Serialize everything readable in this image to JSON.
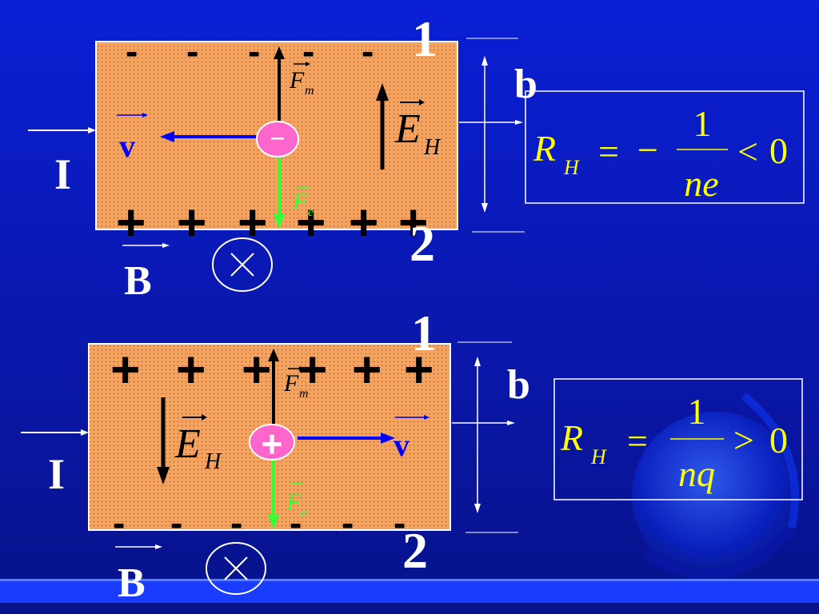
{
  "colors": {
    "background": "#0a1fd6",
    "slab": "#f4a460",
    "formula_text": "#ffff00",
    "electric_force": "#33ff33",
    "velocity": "#0000ff",
    "carrier": "#ff66cc"
  },
  "top_panel": {
    "label_top": "1",
    "label_bottom": "2",
    "label_width": "b",
    "label_current": "I",
    "label_field": "B",
    "label_velocity": "v",
    "label_fm": "F",
    "label_fm_sub": "m",
    "label_fe": "F",
    "label_fe_sub": "e",
    "label_eh": "E",
    "label_eh_sub": "H",
    "top_charges": "-",
    "bottom_charges": "+",
    "carrier_sign": "−",
    "formula": {
      "lhs": "R",
      "lhs_sub": "H",
      "equals": "=",
      "sign": "−",
      "numerator": "1",
      "denominator": "ne",
      "relation": "<",
      "rhs": "0"
    }
  },
  "bottom_panel": {
    "label_top": "1",
    "label_bottom": "2",
    "label_width": "b",
    "label_current": "I",
    "label_field": "B",
    "label_velocity": "v",
    "label_fm": "F",
    "label_fm_sub": "m",
    "label_fe": "F",
    "label_fe_sub": "e",
    "label_eh": "E",
    "label_eh_sub": "H",
    "top_charges": "+",
    "bottom_charges": "-",
    "carrier_sign": "+",
    "formula": {
      "lhs": "R",
      "lhs_sub": "H",
      "equals": "=",
      "numerator": "1",
      "denominator": "nq",
      "relation": ">",
      "rhs": "0"
    }
  }
}
